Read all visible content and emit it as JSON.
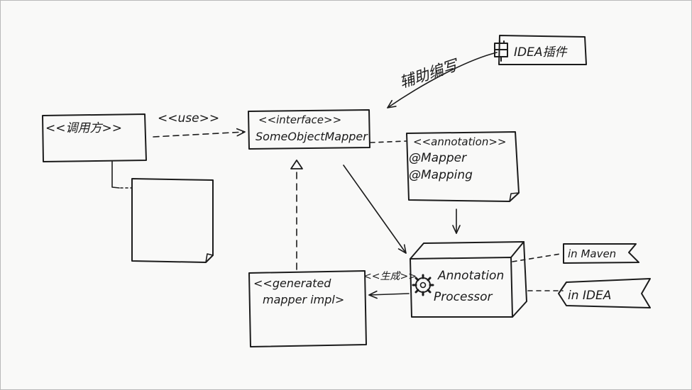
{
  "nodes": {
    "caller": {
      "label": "<<调用方>>"
    },
    "interface": {
      "stereotype": "<<interface>>",
      "name": "SomeObjectMapper"
    },
    "annotation": {
      "stereotype": "<<annotation>>",
      "line1": "@Mapper",
      "line2": "@Mapping"
    },
    "generated": {
      "line1": "<<generated",
      "line2": "mapper impl>"
    },
    "processor": {
      "line1": "Annotation",
      "line2": "Processor"
    },
    "idea_plugin": {
      "label": "IDEA插件"
    },
    "in_maven": {
      "label": "in Maven"
    },
    "in_idea": {
      "label": "in IDEA"
    }
  },
  "edges": {
    "use_label": "<<use>>",
    "generate_label": "<<生成>>",
    "assist_label": "辅助编写"
  },
  "colors": {
    "ink": "#1c1c1c",
    "paper": "#f9f9f8",
    "frame": "#b9b9b9"
  },
  "icons": {
    "processor": "gear-icon",
    "plugin": "plug-icon"
  }
}
